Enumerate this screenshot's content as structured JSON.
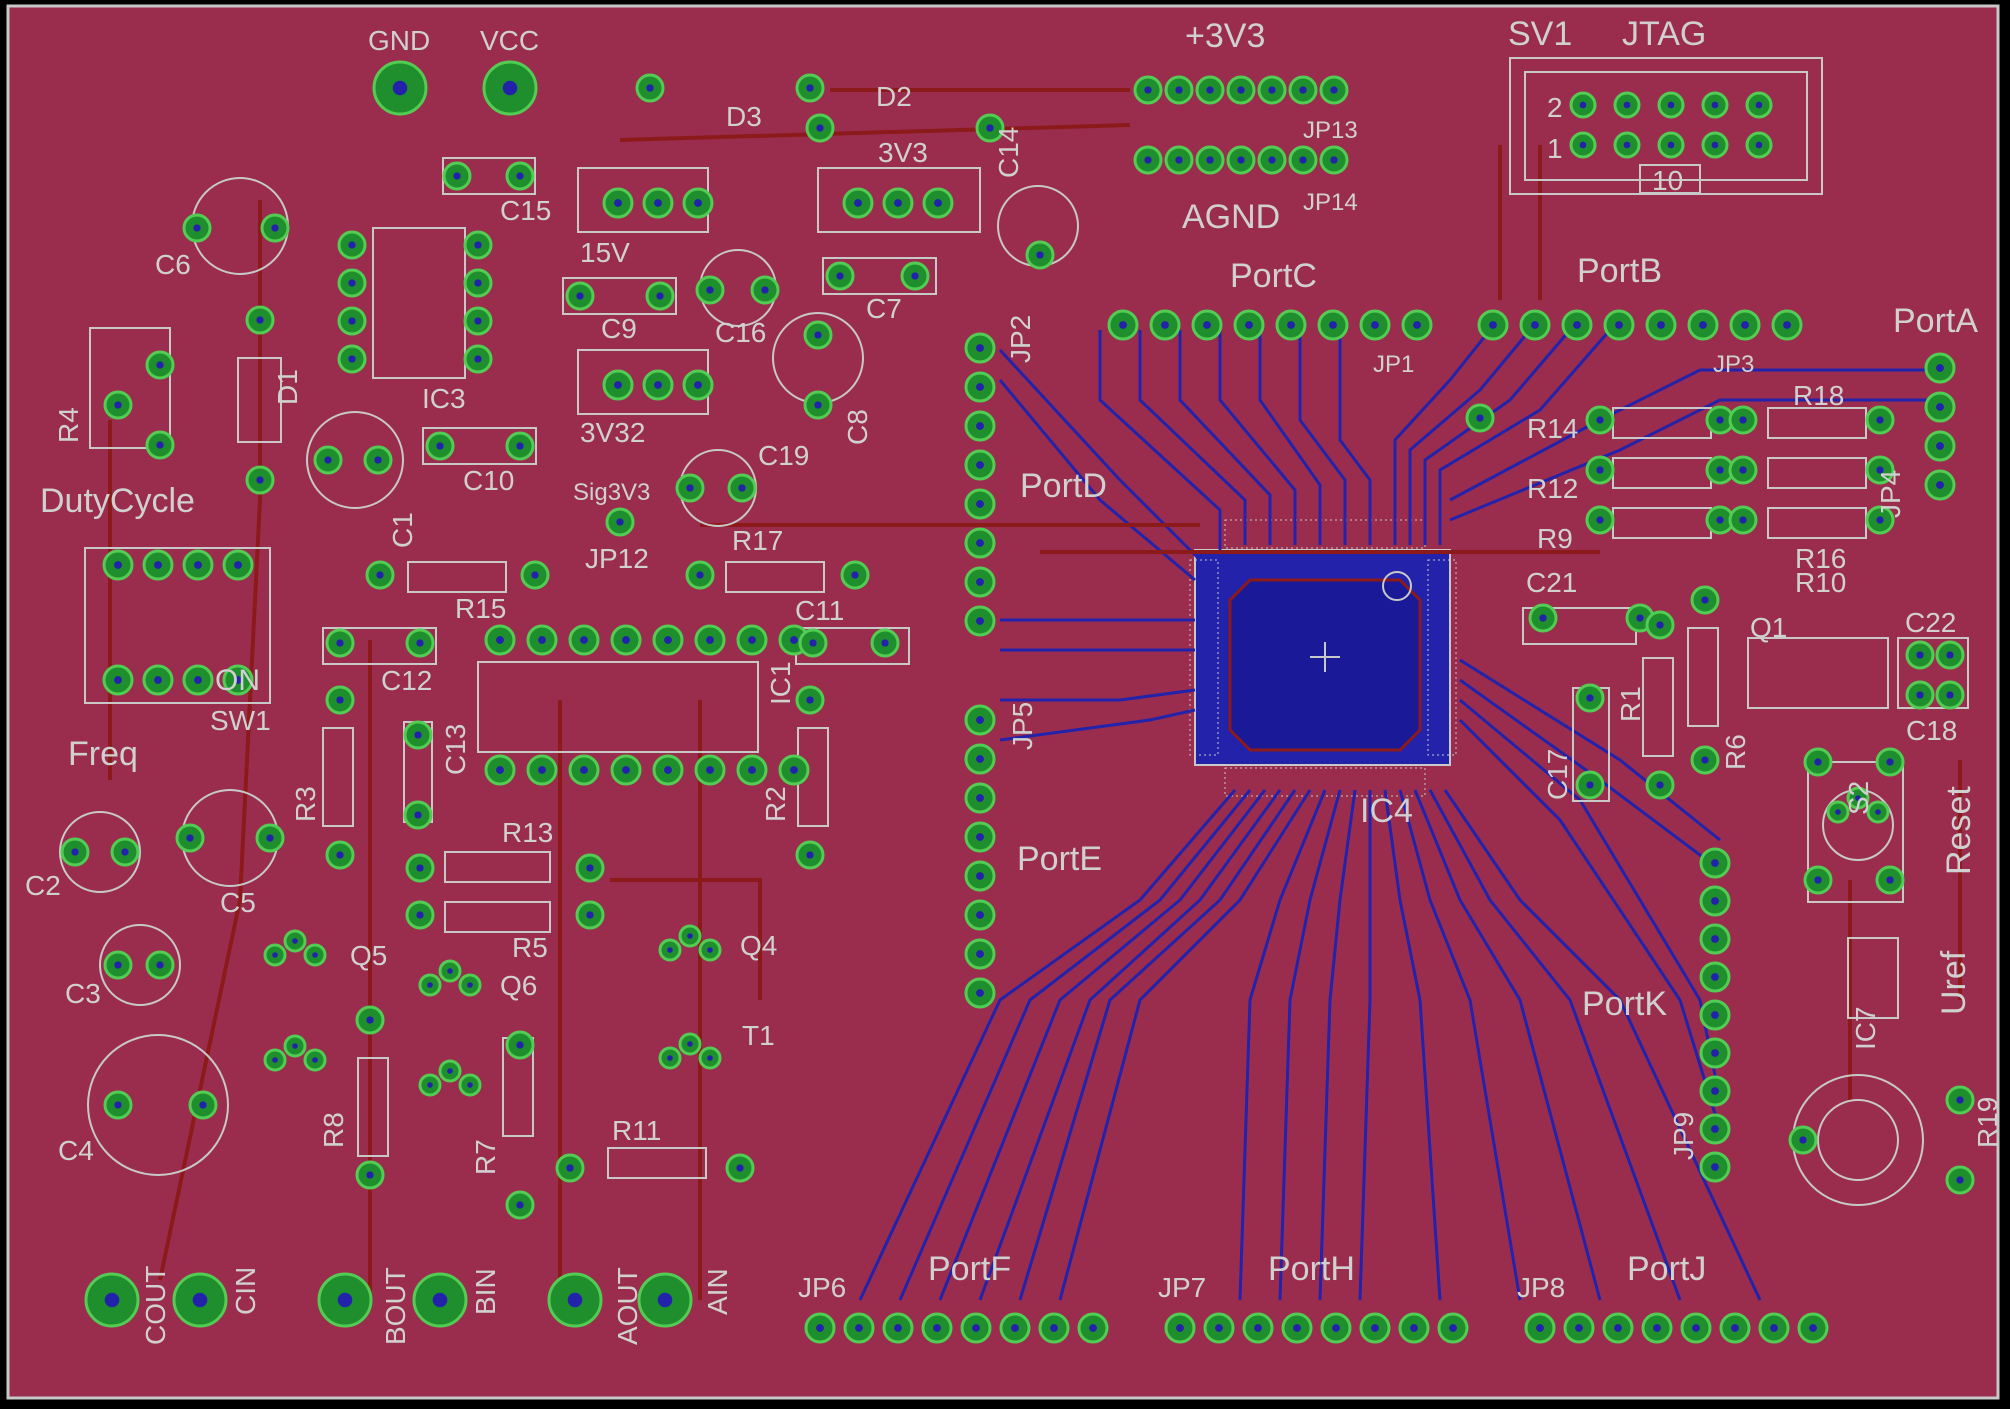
{
  "colors": {
    "background": "#000000",
    "board": "#9a2d4e",
    "outline": "#c8c8c8",
    "pad": "#1f8f2e",
    "pad_ring": "#52cc52",
    "bottom_copper": "#2222aa",
    "top_copper": "#8c1a1a",
    "silk": "#c8c8c8"
  },
  "labels": {
    "gnd": "GND",
    "vcc": "VCC",
    "plus3v3": "+3V3",
    "sv1": "SV1",
    "jtag": "JTAG",
    "d3": "D3",
    "d2": "D2",
    "c14": "C14",
    "jp13": "JP13",
    "jp14": "JP14",
    "agnd": "AGND",
    "pin2": "2",
    "pin1": "1",
    "pin10": "10",
    "c6": "C6",
    "c15": "C15",
    "v15": "15V",
    "v3v3": "3V3",
    "c7": "C7",
    "portc": "PortC",
    "portb": "PortB",
    "porta": "PortA",
    "ic3": "IC3",
    "d1": "D1",
    "r4": "R4",
    "c9": "C9",
    "c16": "C16",
    "c8": "C8",
    "jp2": "JP2",
    "jp1": "JP1",
    "jp3": "JP3",
    "r18": "R18",
    "r14": "R14",
    "v3v32": "3V32",
    "c10": "C10",
    "c19": "C19",
    "portd": "PortD",
    "r12": "R12",
    "dutycycle": "DutyCycle",
    "sig3v3": "Sig3V3",
    "jp12": "JP12",
    "r9": "R9",
    "r16": "R16",
    "jp4": "JP4",
    "r10": "R10",
    "c1": "C1",
    "r17": "R17",
    "r15": "R15",
    "c11": "C11",
    "c21": "C21",
    "c22": "C22",
    "q1": "Q1",
    "c12": "C12",
    "ic1": "IC1",
    "sw1": "SW1",
    "sw_on": "ON",
    "c18": "C18",
    "freq": "Freq",
    "c13": "C13",
    "jp5": "JP5",
    "r1": "R1",
    "r6": "R6",
    "r3": "R3",
    "r2": "R2",
    "c17": "C17",
    "ic4": "IC4",
    "s2": "S2",
    "reset": "Reset",
    "c2": "C2",
    "r13": "R13",
    "c5": "C5",
    "porte": "PortE",
    "r5": "R5",
    "q5": "Q5",
    "q4": "Q4",
    "c3": "C3",
    "q6": "Q6",
    "uref": "Uref",
    "ic7": "IC7",
    "t1": "T1",
    "portk": "PortK",
    "c4": "C4",
    "r8": "R8",
    "r7": "R7",
    "r11": "R11",
    "r19": "R19",
    "jp9": "JP9",
    "portf": "PortF",
    "porth": "PortH",
    "portj": "PortJ",
    "jp6": "JP6",
    "jp7": "JP7",
    "jp8": "JP8",
    "cout": "COUT",
    "cin": "CIN",
    "bout": "BOUT",
    "bin": "BIN",
    "aout": "AOUT",
    "ain": "AIN"
  }
}
